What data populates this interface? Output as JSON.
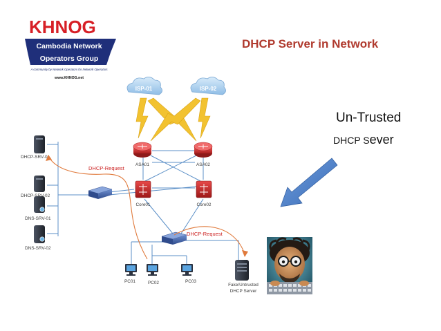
{
  "slide": {
    "title": "DHCP Server in Network",
    "annotation_line1": "Un-Trusted",
    "annotation_line2_a": "DHCP S",
    "annotation_line2_b": "ever"
  },
  "logo": {
    "brand": "KHNOG",
    "line1": "Cambodia Network",
    "line2": "Operators Group",
    "tagline": "A community by Network Operators for Network Operators",
    "url": "www.KHNOG.net",
    "colors": {
      "red": "#d71f26",
      "navy": "#1f2f7a"
    }
  },
  "diagram": {
    "clouds": [
      {
        "id": "isp01",
        "label": "ISP-01"
      },
      {
        "id": "isp02",
        "label": "ISP-02"
      }
    ],
    "routers": [
      {
        "id": "asa01",
        "label": "ASA01"
      },
      {
        "id": "asa02",
        "label": "ASA02"
      }
    ],
    "core_switches": [
      {
        "id": "core01",
        "label": "Core01"
      },
      {
        "id": "core02",
        "label": "Core02"
      }
    ],
    "servers": [
      {
        "id": "dhcp-srv-01",
        "label": "DHCP-SRV-01"
      },
      {
        "id": "dhcp-srv-02",
        "label": "DHCP-SRV-02"
      },
      {
        "id": "dns-srv-01",
        "label": "DNS-SRV-01"
      },
      {
        "id": "dns-srv-02",
        "label": "DNS-SRV-02"
      }
    ],
    "pcs": [
      {
        "id": "pc01",
        "label": "PC01"
      },
      {
        "id": "pc02",
        "label": "PC02"
      },
      {
        "id": "pc03",
        "label": "PC03"
      }
    ],
    "fake_server": {
      "label_line1": "Fake/Untrusted",
      "label_line2": "DHCP Server"
    },
    "requests": [
      {
        "id": "req-legit",
        "label": "DHCP-Request"
      },
      {
        "id": "req-fake",
        "label": "DHCP-Request"
      }
    ],
    "colors": {
      "link": "#5b8fc7",
      "request": "#e07a3c",
      "wan": "#f2c230",
      "router": "#d83a3a",
      "switch": "#3d5a99",
      "arrow": "#4a7cc4"
    }
  }
}
